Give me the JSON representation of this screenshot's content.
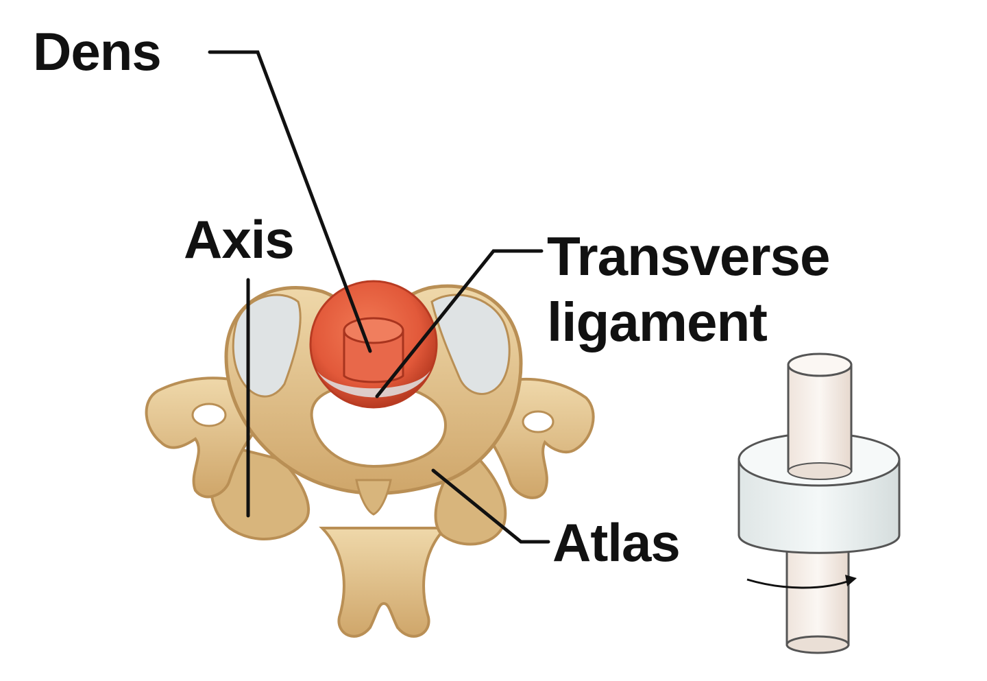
{
  "labels": {
    "dens": "Dens",
    "axis": "Axis",
    "transverse_line1": "Transverse",
    "transverse_line2": "ligament",
    "atlas": "Atlas"
  },
  "colors": {
    "bone": "#e2c48f",
    "bone_shadow": "#b98f55",
    "bone_highlight": "#f3e2bf",
    "ligament": "#e2593a",
    "ligament_dark": "#b83b22",
    "cartilage": "#dfe3e4",
    "cylinder": "#f3ece6",
    "disc": "#e9efef",
    "leader_line": "#111111"
  }
}
